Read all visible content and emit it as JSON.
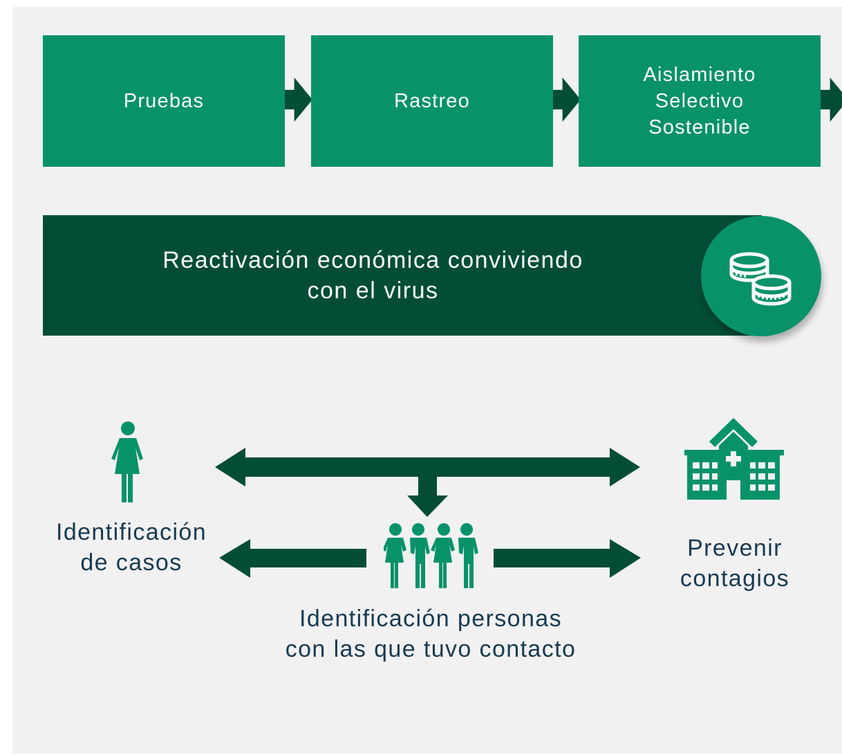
{
  "colors": {
    "accent_green": "#08926a",
    "dark_green": "#034d36",
    "text_navy": "#163a52",
    "background": "#f1f1f1"
  },
  "steps": [
    {
      "label": "Pruebas"
    },
    {
      "label": "Rastreo"
    },
    {
      "label": "Aislamiento\nSelectivo\nSostenible"
    }
  ],
  "banner": {
    "text": "Reactivación económica conviviendo\ncon el virus",
    "icon": "coins-icon"
  },
  "flow": {
    "left_label": "Identificación\nde casos",
    "left_icon": "person-icon",
    "center_label": "Identificación personas\ncon las que tuvo contacto",
    "center_icon": "people-group-icon",
    "right_label": "Prevenir\ncontagios",
    "right_icon": "hospital-icon"
  }
}
